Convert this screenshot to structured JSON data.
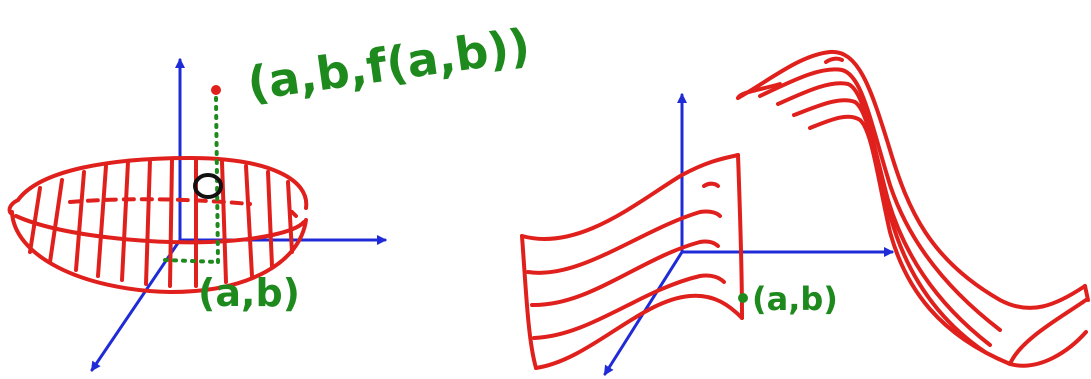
{
  "labels": {
    "point_3d": "(a,b,f(a,b))",
    "point_2d_left": "(a,b)",
    "point_2d_right": "(a,b)"
  },
  "colors": {
    "axis": "#1f2bd6",
    "surface": "#e0201c",
    "label": "#1e8a1e",
    "marker": "#111111"
  }
}
